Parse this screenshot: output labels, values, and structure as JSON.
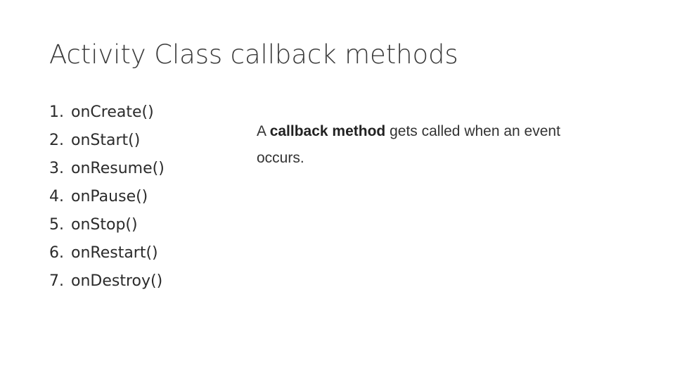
{
  "slide": {
    "title": "Activity Class callback methods",
    "background_color": "#ffffff",
    "title_color": "#3a3a3a",
    "body_color": "#2b2b2b"
  },
  "callback_list": [
    {
      "number": "1.",
      "method": "onCreate()"
    },
    {
      "number": "2.",
      "method": "onStart()"
    },
    {
      "number": "3.",
      "method": "onResume()"
    },
    {
      "number": "4.",
      "method": "onPause()"
    },
    {
      "number": "5.",
      "method": "onStop()"
    },
    {
      "number": "6.",
      "method": "onRestart()"
    },
    {
      "number": "7.",
      "method": "onDestroy()"
    }
  ],
  "definition": {
    "lead": "A ",
    "term": "callback method",
    "tail": " gets called when an event occurs.",
    "full_text": "A callback method gets called when an event occurs."
  }
}
